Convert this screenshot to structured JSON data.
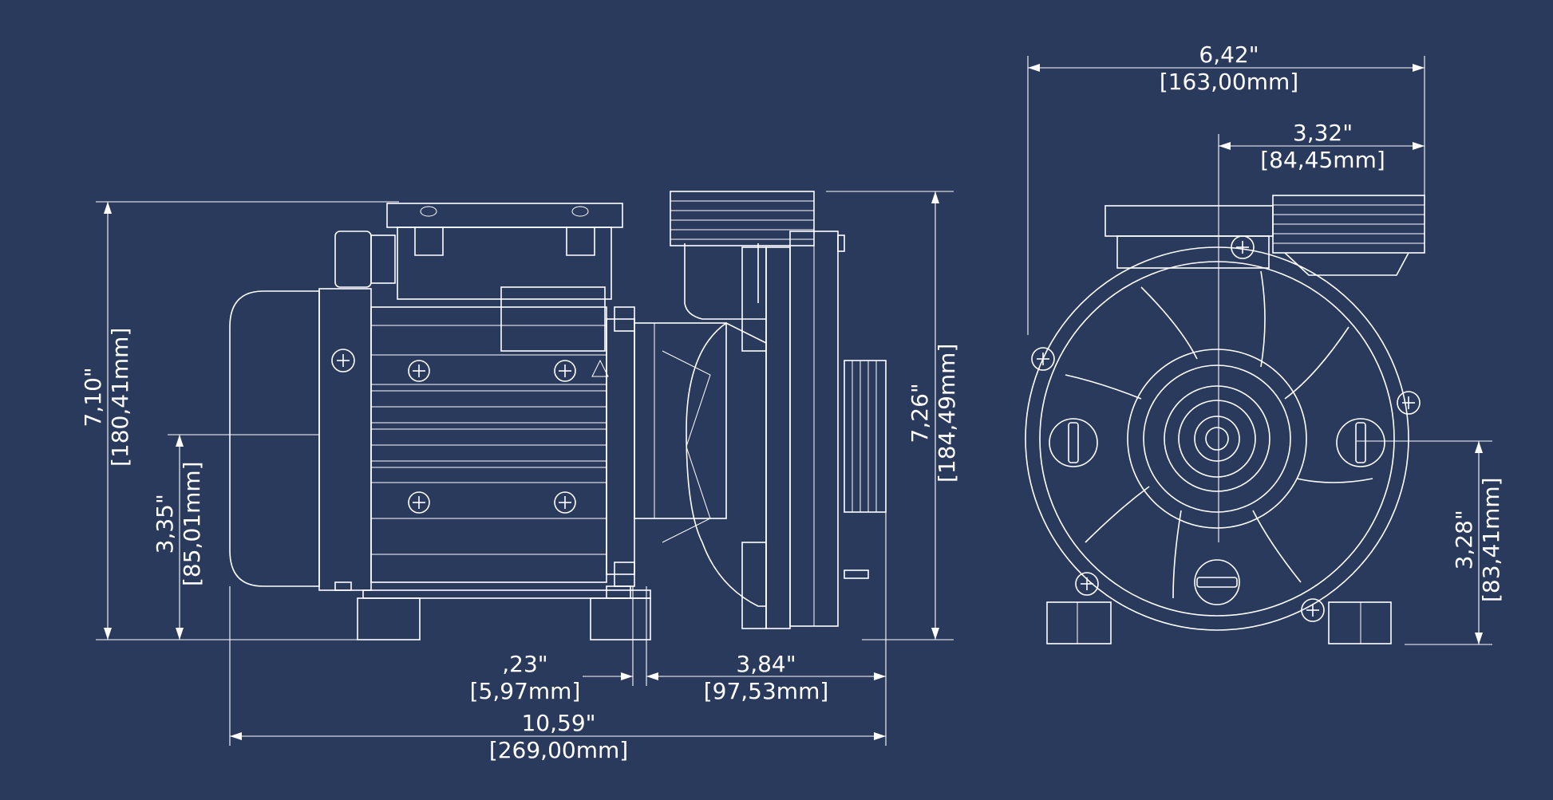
{
  "colors": {
    "background": "#2a3a5c",
    "line": "#ffffff"
  },
  "dimensions": {
    "overall_height_side": {
      "inch": "7,10\"",
      "mm": "[180,41mm]"
    },
    "shaft_height_side": {
      "inch": "3,35\"",
      "mm": "[85,01mm]"
    },
    "outlet_height": {
      "inch": "7,26\"",
      "mm": "[184,49mm]"
    },
    "flange_gap": {
      "inch": ",23\"",
      "mm": "[5,97mm]"
    },
    "inlet_length": {
      "inch": "3,84\"",
      "mm": "[97,53mm]"
    },
    "overall_length": {
      "inch": "10,59\"",
      "mm": "[269,00mm]"
    },
    "overall_width_front": {
      "inch": "6,42\"",
      "mm": "[163,00mm]"
    },
    "outlet_offset_front": {
      "inch": "3,32\"",
      "mm": "[84,45mm]"
    },
    "shaft_height_front": {
      "inch": "3,28\"",
      "mm": "[83,41mm]"
    }
  }
}
